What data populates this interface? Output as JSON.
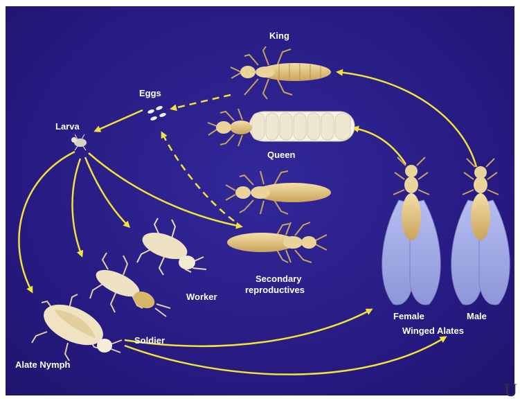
{
  "labels": {
    "king": "King",
    "eggs": "Eggs",
    "larva": "Larva",
    "queen": "Queen",
    "secondary_line1": "Secondary",
    "secondary_line2": "reproductives",
    "worker": "Worker",
    "soldier": "Soldier",
    "alate_nymph": "Alate Nymph",
    "female": "Female",
    "male": "Male",
    "winged_alates": "Winged Alates"
  },
  "corner_mark": "U",
  "colors": {
    "background": "#2a1f8a",
    "arrow": "#f2e33a",
    "body": "#e6c98a",
    "body_dark": "#b8924a",
    "queen_abdomen": "#f7f2e4",
    "wing": "#9aa3e0",
    "label": "#ffffff"
  }
}
